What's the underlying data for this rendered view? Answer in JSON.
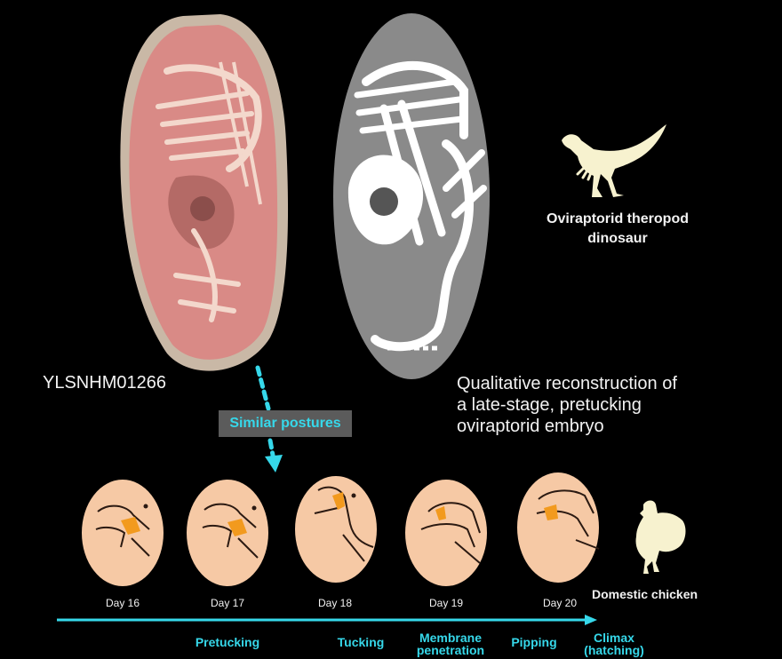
{
  "specimen": {
    "id": "YLSNHM01266"
  },
  "reconstruction": {
    "caption_lines": [
      "Qualitative reconstruction of",
      "a late-stage, pretucking",
      "oviraptorid embryo"
    ]
  },
  "dinosaur": {
    "label_lines": [
      "Oviraptorid theropod",
      "dinosaur"
    ],
    "icon": "dinosaur-silhouette-icon"
  },
  "comparison": {
    "label": "Similar postures"
  },
  "chicken": {
    "label": "Domestic chicken",
    "icon": "chicken-silhouette-icon"
  },
  "embryo_days": [
    "Day 16",
    "Day 17",
    "Day 18",
    "Day 19",
    "Day 20"
  ],
  "stages": [
    {
      "lines": [
        "Pretucking"
      ]
    },
    {
      "lines": [
        "Tucking"
      ]
    },
    {
      "lines": [
        "Membrane",
        "penetration"
      ]
    },
    {
      "lines": [
        "Pipping"
      ]
    },
    {
      "lines": [
        "Climax",
        "(hatching)"
      ]
    }
  ],
  "colors": {
    "background": "#000000",
    "accent_cyan": "#36d8ea",
    "egg_fill": "#f6c9a5",
    "beak_orange": "#f29a1e",
    "fossil_pink": "#d98a86",
    "silhouette": "#f7f2cf",
    "reconstruction_bg": "#8a8a8a"
  }
}
